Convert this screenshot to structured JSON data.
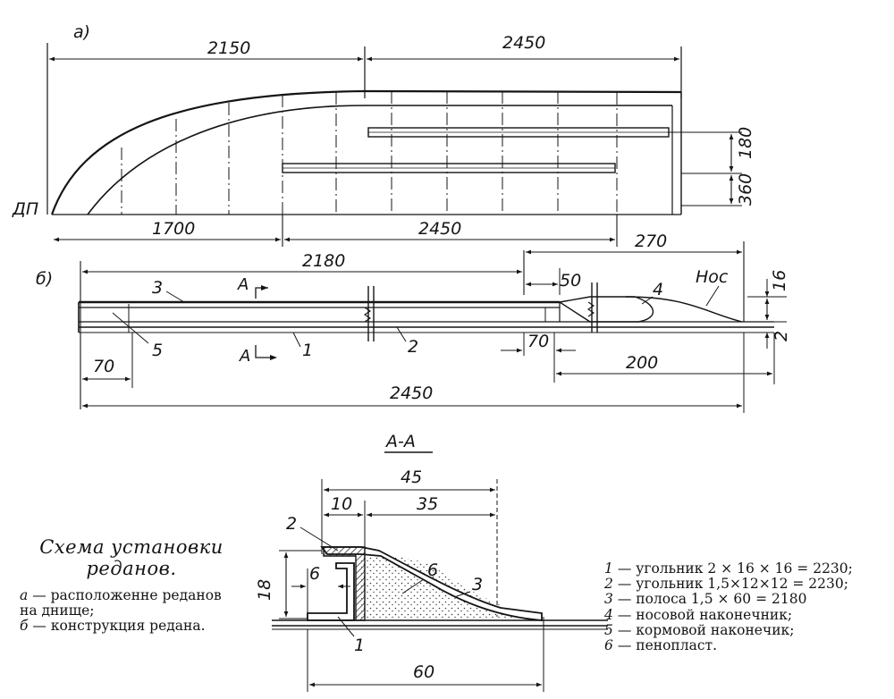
{
  "views": {
    "a": {
      "label": "а)",
      "dims": {
        "top_left": "2150",
        "top_right": "2450",
        "bottom_left": "1700",
        "bottom_right": "2450",
        "height_upper": "180",
        "height_lower": "360"
      },
      "dp_label": "ДП"
    },
    "b": {
      "label": "б)",
      "dims": {
        "d2180": "2180",
        "d270": "270",
        "d50": "50",
        "d16": "16",
        "d2": "2",
        "d70_right": "70",
        "d200": "200",
        "d70_left": "70",
        "d2450": "2450"
      },
      "nos_label": "Нос",
      "section_marks": {
        "upper": "А",
        "lower": "А"
      },
      "part_numbers": [
        "3",
        "4",
        "5",
        "1",
        "2"
      ]
    },
    "section": {
      "title": "А-А",
      "dims": {
        "d45": "45",
        "d10": "10",
        "d35": "35",
        "d6": "6",
        "d18": "18",
        "d60": "60"
      },
      "part_numbers": {
        "p2": "2",
        "p6": "6",
        "p3": "3",
        "p1": "1"
      }
    }
  },
  "caption": {
    "title": "Схема установки реданов.",
    "notes": [
      {
        "key": "а",
        "text": "— расположенне реданов на днище;"
      },
      {
        "key": "б",
        "text": "— конструкция редана."
      }
    ]
  },
  "legend": [
    {
      "key": "1",
      "text": "— угольник 2 × 16 × 16 = 2230;"
    },
    {
      "key": "2",
      "text": "— угольник 1,5×12×12 = 2230;"
    },
    {
      "key": "3",
      "text": "— полоса       1,5 × 60 = 2180"
    },
    {
      "key": "4",
      "text": "— носовой наконечник;"
    },
    {
      "key": "5",
      "text": "— кормовой наконечик;"
    },
    {
      "key": "6",
      "text": "— пенопласт."
    }
  ]
}
